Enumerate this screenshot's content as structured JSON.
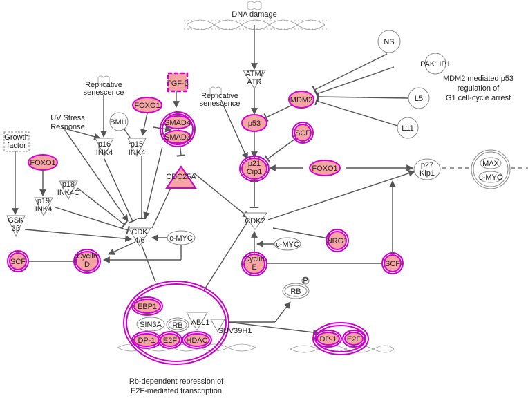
{
  "title": "MDM2 mediated p53 regulation of G1 cell-cycle arrest",
  "title_lines": [
    "MDM2 mediated p53",
    "regulation of",
    "G1 cell-cycle arrest"
  ],
  "caption_lines": [
    "Rb-dependent repression of",
    "E2F-mediated transcription"
  ],
  "colors": {
    "highlight_fill": "#f6a4a4",
    "highlight_border": "#d400d4",
    "edge": "#555555",
    "plain_border": "#888888"
  },
  "labels": {
    "dna_damage": "DNA damage",
    "atm_atr": [
      "ATM/",
      "ATR"
    ],
    "tgfb": "TGF-β",
    "repl_sen": [
      "Replicative",
      "senescence"
    ],
    "uv_stress": [
      "UV Stress",
      "Response"
    ],
    "growth_factor": [
      "Growth",
      "factor"
    ],
    "ns": "NS",
    "pak1ip1": "PAK1IP1",
    "l5": "L5",
    "l11": "L11",
    "mdm2": "MDM2",
    "p53": "p53",
    "scf": "SCF",
    "p21": [
      "p21",
      "Cip1"
    ],
    "foxo1": "FOXO1",
    "p27": [
      "p27",
      "Kip1"
    ],
    "max": "MAX",
    "cmyc": "c-MYC",
    "smad4": "SMAD4",
    "smad3": "SMAD3",
    "cdc25a": "CDC25A",
    "bmi1": "BMI1",
    "p16": [
      "p16",
      "INK4"
    ],
    "p15": [
      "p15",
      "INK4"
    ],
    "p18": [
      "p18",
      "INK4C"
    ],
    "p19": [
      "p19",
      "INK4"
    ],
    "gsk": [
      "GSK",
      "3β"
    ],
    "cdk46": [
      "CDK",
      "4/6"
    ],
    "cdk2": "CDK2",
    "cyclin_d": [
      "Cyclin",
      "D"
    ],
    "cyclin_e": [
      "Cyclin",
      "E"
    ],
    "nrg1": "NRG1",
    "rb": "RB",
    "p_badge": "P",
    "ebp1": "EBP1",
    "sin3a": "SIN3A",
    "abl1": "ABL1",
    "suv39h1": "SUV39H1",
    "dp1": "DP-1",
    "e2f": "E2F",
    "hdac": "HDAC"
  }
}
